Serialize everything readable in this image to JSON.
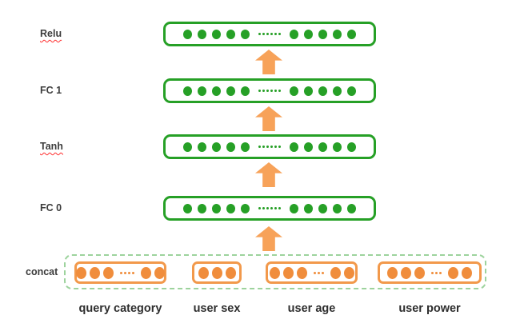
{
  "network": {
    "layers": [
      {
        "label": "Relu",
        "spellcheck_underline": true,
        "left_dots": 5,
        "ellipsis_dots": 6,
        "right_dots": 5
      },
      {
        "label": "FC 1",
        "spellcheck_underline": false,
        "left_dots": 5,
        "ellipsis_dots": 6,
        "right_dots": 5
      },
      {
        "label": "Tanh",
        "spellcheck_underline": true,
        "left_dots": 5,
        "ellipsis_dots": 6,
        "right_dots": 5
      },
      {
        "label": "FC 0",
        "spellcheck_underline": false,
        "left_dots": 5,
        "ellipsis_dots": 6,
        "right_dots": 5
      }
    ],
    "concat": {
      "label": "concat",
      "inputs": [
        {
          "label": "query category",
          "left_dots": 3,
          "ellipsis_dots": 4,
          "right_dots": 2
        },
        {
          "label": "user sex",
          "left_dots": 3,
          "ellipsis_dots": 0,
          "right_dots": 0
        },
        {
          "label": "user age",
          "left_dots": 3,
          "ellipsis_dots": 3,
          "right_dots": 2
        },
        {
          "label": "user power",
          "left_dots": 3,
          "ellipsis_dots": 3,
          "right_dots": 2
        }
      ]
    }
  },
  "colors": {
    "green": "#26A026",
    "orange_border": "#F2994B",
    "orange_dot": "#F08D3C",
    "arrow_orange": "#F7A259",
    "dashed_green": "#9DD39D",
    "underline_red": "#FF2D2D",
    "label_text": "#3C3C3C",
    "input_label_text": "#2E2E2E"
  }
}
